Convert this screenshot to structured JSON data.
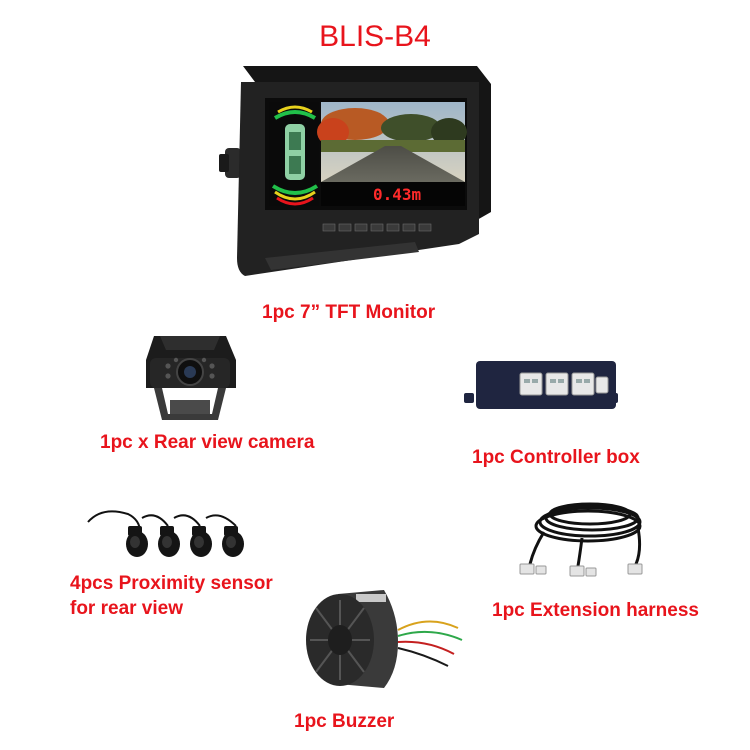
{
  "title": "BLIS-B4",
  "monitor": {
    "label": "1pc 7” TFT Monitor",
    "distance_readout": "0.43m"
  },
  "camera": {
    "label": "1pc x Rear view camera"
  },
  "controller": {
    "label": "1pc Controller box"
  },
  "sensors": {
    "label_line1": "4pcs Proximity sensor",
    "label_line2": "for rear view"
  },
  "harness": {
    "label": "1pc Extension harness"
  },
  "buzzer": {
    "label": "1pc Buzzer"
  },
  "colors": {
    "label_red": "#e8141c",
    "readout_red": "#ff2a2a"
  }
}
